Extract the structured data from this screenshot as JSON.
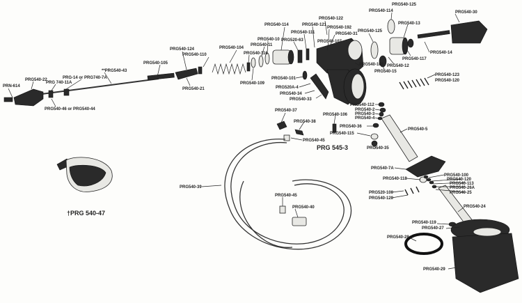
{
  "labels": {
    "prn614": "PRN-614",
    "prg540_22": "PRG540-22",
    "prg740_11a": "PRG 740-11A",
    "prg14": "PRG-14 or PRG740-7A",
    "prg540_43": "**PRG540-43",
    "prg540_105": "PRG540-105",
    "prg540_124": "PRG540-124",
    "prg540_110": "PRG540-110",
    "prg540_104": "PRG540-104",
    "prg540_21": "PRG540-21",
    "prg540_46": "PRG540-46 or PRG540-44",
    "prg540_116": "PRG540-116",
    "prg540_109": "PRG540-109",
    "prg540_11": "PRG540-11",
    "prg540_10": "PRG540-10",
    "prg540_114a": "PRG540-114",
    "prg520_63": "PRG520-63",
    "prg540_111": "PRG540-111",
    "prg540_121": "PRG540-121",
    "prg540_122": "PRG540-122",
    "prg540_192": "PRG540-192",
    "prg540_31": "PRG540-31",
    "prg540_107": "PRG540-107",
    "prg540_125a": "PRG540-125",
    "prg540_125b": "PRG540-125",
    "prg540_114b": "PRG540-114",
    "prg540_13": "PRG540-13",
    "prg540_30": "PRG540-30",
    "prg540_117": "PRG540-117",
    "prg540_14": "PRG540-14",
    "prg540_12": "PRG540-12",
    "prg540_108": "PRG540-108",
    "prg540_15": "PRG540-15",
    "prg540_101": "PRG540-101",
    "prg520a_4": "PRG520A-4",
    "prg540_34": "PRG540-34",
    "prg540_33": "PRG540-33",
    "prg540_123": "PRG540-123",
    "prg540_120a": "PRG540-120",
    "prg540_112": "PRG540-112",
    "prg540_2": "PRG540-2",
    "prg540_3": "PRG540-3",
    "prg540_4": "PRG540-4",
    "prg540_106": "PRG540-106",
    "prg540_37": "PRG540-37",
    "prg540_38": "PRG540-38",
    "prg540_36": "PRG540-36",
    "prg540_5": "PRG540-5",
    "prg540_115": "PRG540-115",
    "prg540_45a": "PRG540-45",
    "prg545_3": "PRG 545-3",
    "prg540_35": "PRG540-35",
    "prg540_7a": "PRG540-7A",
    "prg540_100a": "PRG540-100",
    "prg540_120b": "PRG540-120",
    "prg540_113": "PRG540-113",
    "prg540_26a": "PRG540-26A",
    "prg540_118": "PRG540-118",
    "prg540_25": "PRG540-25",
    "prg520_100": "PRG520-100",
    "prg540_120c": "PRG540-120",
    "prg540_39": "PRG540-39",
    "prg540_45b": "PRG540-45",
    "prg540_40": "PRG540-40",
    "prg540_24": "PRG540-24",
    "prg540_119": "PRG540-119",
    "prg540_27": "PRG540-27",
    "prg540_28": "PRG540-28",
    "prg540_29": "PRG540-29",
    "prg540_47": "†PRG  540-47"
  }
}
